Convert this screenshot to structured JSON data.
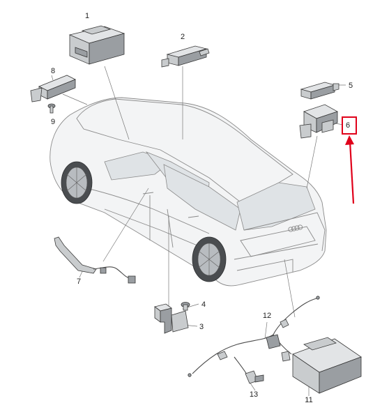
{
  "diagram": {
    "part_numbers": [
      "1",
      "2",
      "3",
      "4",
      "5",
      "6",
      "7",
      "8",
      "9",
      "11",
      "12",
      "13"
    ],
    "highlight_color": "#e0001a"
  }
}
